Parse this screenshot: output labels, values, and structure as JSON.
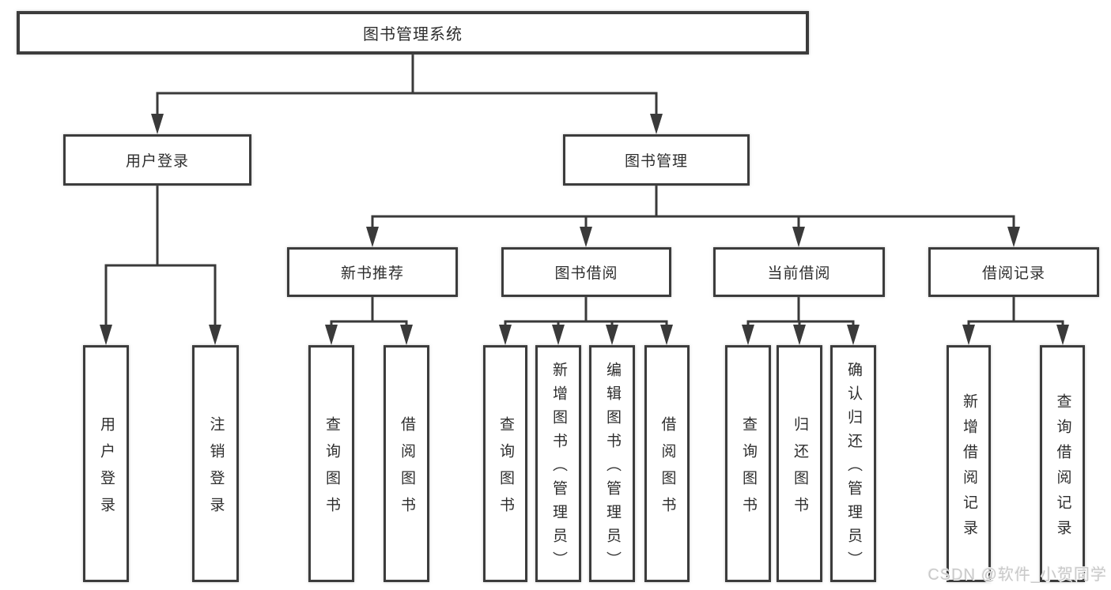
{
  "diagram": {
    "root": {
      "label": "图书管理系统"
    },
    "level2": [
      {
        "label": "用户登录",
        "leaves": [
          "用户登录",
          "注销登录"
        ]
      },
      {
        "label": "图书管理",
        "sections": [
          {
            "label": "新书推荐",
            "leaves": [
              "查询图书",
              "借阅图书"
            ]
          },
          {
            "label": "图书借阅",
            "leaves": [
              "查询图书",
              "新增图书（管理员）",
              "编辑图书（管理员）",
              "借阅图书"
            ]
          },
          {
            "label": "当前借阅",
            "leaves": [
              "查询图书",
              "归还图书",
              "确认归还（管理员）"
            ]
          },
          {
            "label": "借阅记录",
            "leaves": [
              "新增借阅记录",
              "查询借阅记录"
            ]
          }
        ]
      }
    ]
  },
  "watermark": {
    "text": "CSDN @软件_小贺同学"
  },
  "colors": {
    "line": "#3a3a3a",
    "box_border": "#3c3c3c",
    "text": "#2e2e2e",
    "watermark_text": "#c9c9c9",
    "background": "#ffffff"
  }
}
